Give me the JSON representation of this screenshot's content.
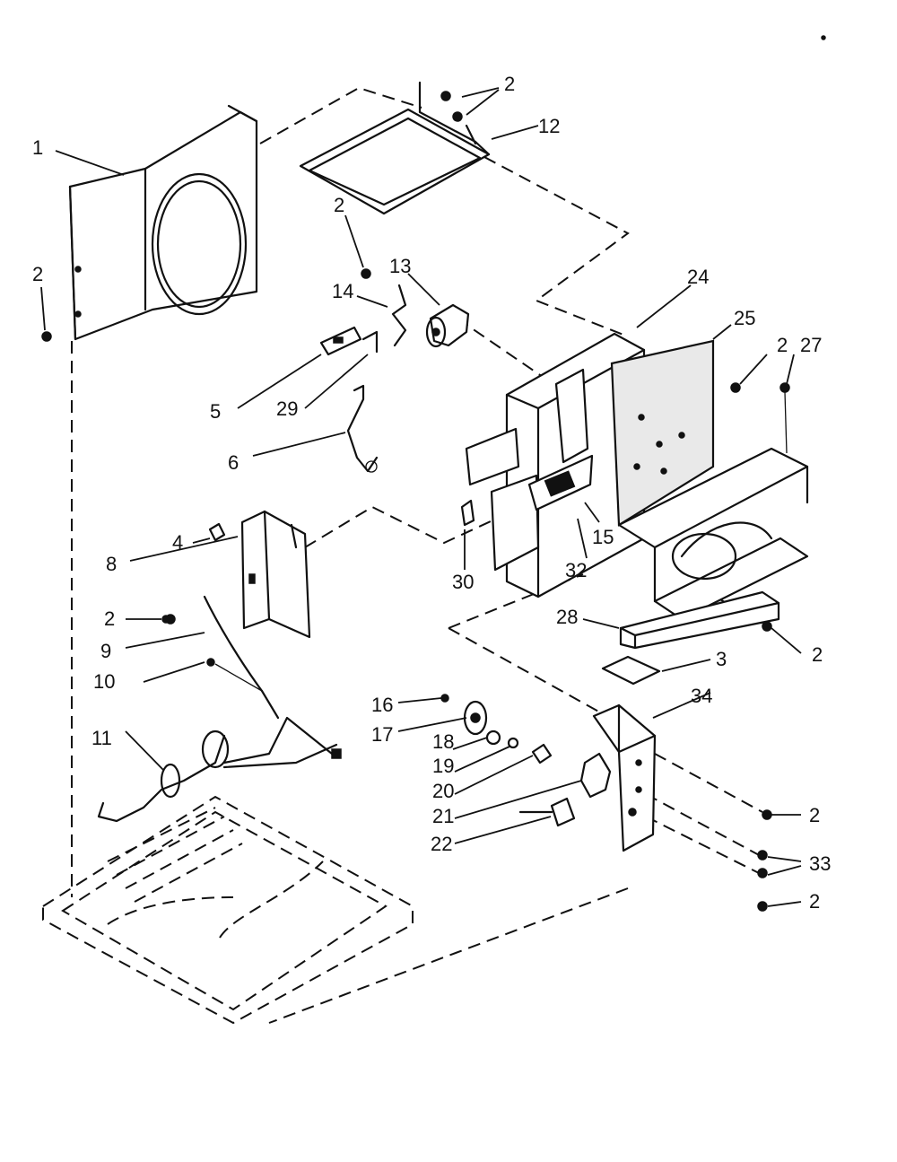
{
  "callouts": [
    {
      "id": "c1",
      "text": "1"
    },
    {
      "id": "c2a",
      "text": "2"
    },
    {
      "id": "c2b",
      "text": "2"
    },
    {
      "id": "c2c",
      "text": "2"
    },
    {
      "id": "c2d",
      "text": "2"
    },
    {
      "id": "c2e",
      "text": "2"
    },
    {
      "id": "c2f",
      "text": "2"
    },
    {
      "id": "c2g",
      "text": "2"
    },
    {
      "id": "c2h",
      "text": "2"
    },
    {
      "id": "c3",
      "text": "3"
    },
    {
      "id": "c4",
      "text": "4"
    },
    {
      "id": "c5",
      "text": "5"
    },
    {
      "id": "c6",
      "text": "6"
    },
    {
      "id": "c8",
      "text": "8"
    },
    {
      "id": "c9",
      "text": "9"
    },
    {
      "id": "c10",
      "text": "10"
    },
    {
      "id": "c11",
      "text": "11"
    },
    {
      "id": "c12",
      "text": "12"
    },
    {
      "id": "c13",
      "text": "13"
    },
    {
      "id": "c14",
      "text": "14"
    },
    {
      "id": "c15",
      "text": "15"
    },
    {
      "id": "c16",
      "text": "16"
    },
    {
      "id": "c17",
      "text": "17"
    },
    {
      "id": "c18",
      "text": "18"
    },
    {
      "id": "c19",
      "text": "19"
    },
    {
      "id": "c20",
      "text": "20"
    },
    {
      "id": "c21",
      "text": "21"
    },
    {
      "id": "c22",
      "text": "22"
    },
    {
      "id": "c24",
      "text": "24"
    },
    {
      "id": "c25",
      "text": "25"
    },
    {
      "id": "c27",
      "text": "27"
    },
    {
      "id": "c28",
      "text": "28"
    },
    {
      "id": "c29",
      "text": "29"
    },
    {
      "id": "c30",
      "text": "30"
    },
    {
      "id": "c32",
      "text": "32"
    },
    {
      "id": "c33",
      "text": "33"
    },
    {
      "id": "c34",
      "text": "34"
    }
  ]
}
